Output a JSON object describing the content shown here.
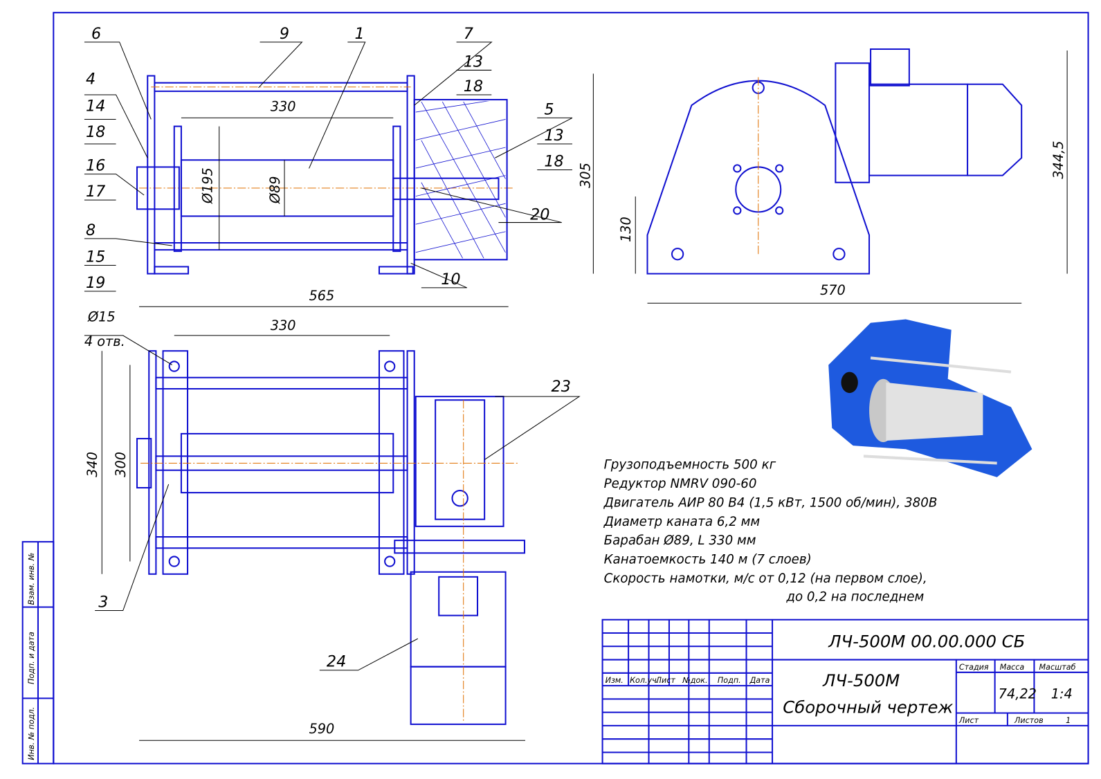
{
  "drawing": {
    "designation": "ЛЧ-500М 00.00.000 СБ",
    "name": "ЛЧ-500М",
    "doc_type": "Сборочный чертеж",
    "stage_label": "Стадия",
    "mass_label": "Масса",
    "scale_label": "Масштаб",
    "mass": "74,22",
    "scale": "1:4",
    "sheet_label": "Лист",
    "sheets_label": "Листов",
    "sheets": "1",
    "revision_headers": [
      "Изм.",
      "Кол.уч.",
      "Лист",
      "№док.",
      "Подп.",
      "Дата"
    ],
    "side_stamps": [
      "Взам. инв. №",
      "Подп. и дата",
      "Инв. № подл."
    ]
  },
  "specs": [
    "Грузоподъемность  500 кг",
    "Редуктор   NMRV 090-60",
    "Двигатель АИР 80 В4 (1,5 кВт, 1500 об/мин), 380В",
    "Диаметр каната 6,2 мм",
    "Барабан Ø89, L 330 мм",
    "Канатоемкость 140 м (7 слоев)",
    "Скорость намотки, м/с   от 0,12 (на первом слое),",
    "до 0,2 на последнем"
  ],
  "positions": [
    "6",
    "9",
    "1",
    "7",
    "13",
    "18",
    "4",
    "14",
    "18",
    "16",
    "17",
    "5",
    "13",
    "18",
    "20",
    "8",
    "15",
    "19",
    "10",
    "23",
    "3",
    "24"
  ],
  "dimensions": {
    "front_length": "330",
    "drum_dia": "Ø195",
    "shaft_dia": "Ø89",
    "overall": "565",
    "side_height": "305",
    "side_axis": "130",
    "side_motor": "344,5",
    "side_width": "570",
    "hole_dia": "Ø15",
    "holes": "4 отв.",
    "top_length": "330",
    "top_h1": "340",
    "top_h2": "300",
    "top_overall": "590"
  },
  "colors": {
    "line": "#1010d0",
    "axis": "#e07000"
  }
}
